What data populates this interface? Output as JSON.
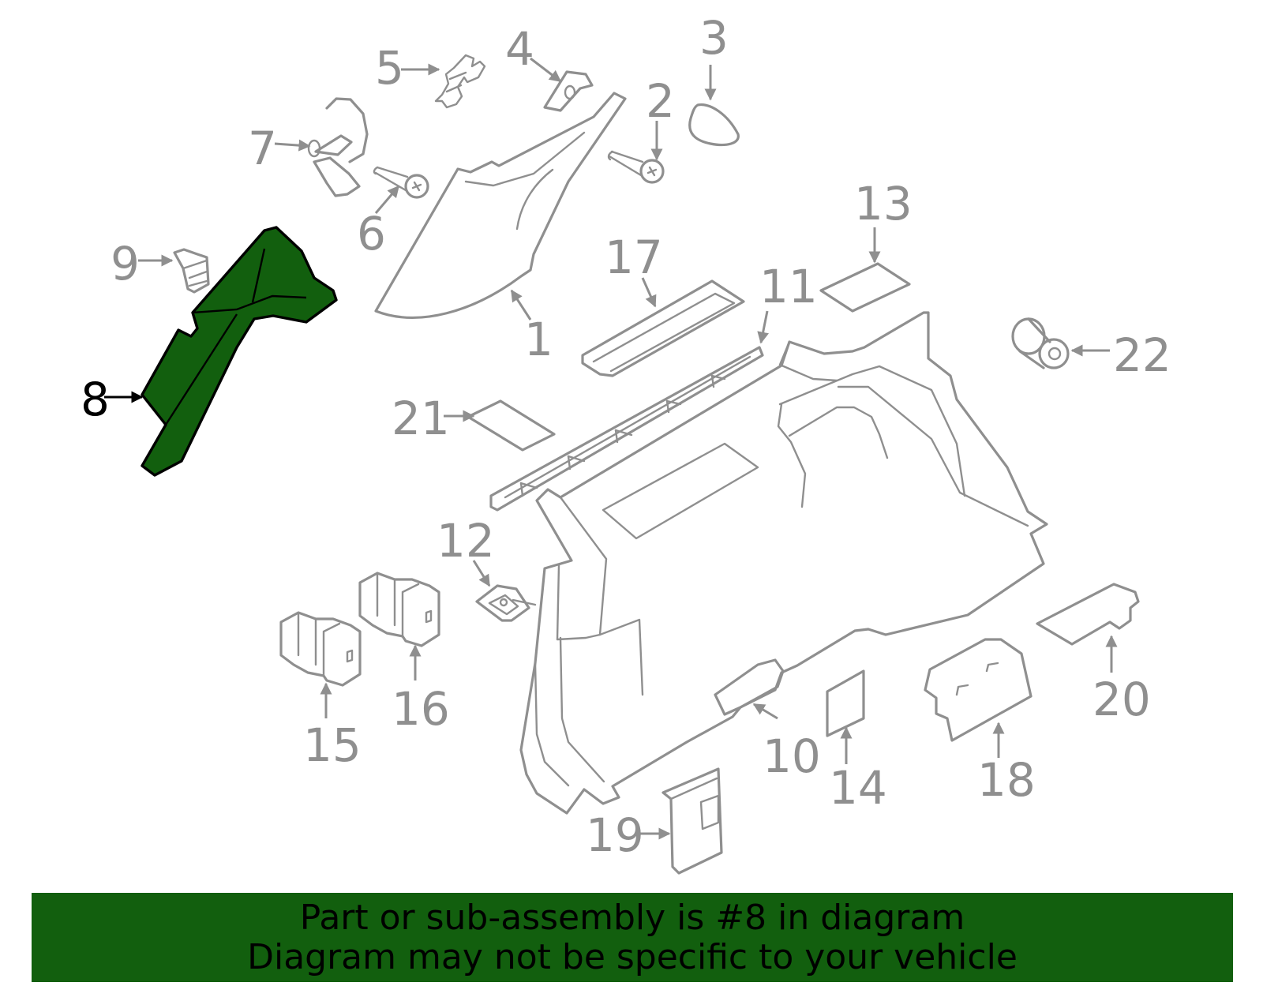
{
  "colors": {
    "highlight": "#125f0e",
    "part_stroke": "#8f8f8f",
    "banner_bg": "#125f0e"
  },
  "highlighted_part": "8",
  "labels": {
    "l1": "1",
    "l2": "2",
    "l3": "3",
    "l4": "4",
    "l5": "5",
    "l6": "6",
    "l7": "7",
    "l8": "8",
    "l9": "9",
    "l10": "10",
    "l11": "11",
    "l12": "12",
    "l13": "13",
    "l14": "14",
    "l15": "15",
    "l16": "16",
    "l17": "17",
    "l18": "18",
    "l19": "19",
    "l20": "20",
    "l21": "21",
    "l22": "22"
  },
  "banner": {
    "line1": "Part or sub-assembly is #8 in diagram",
    "line2": "Diagram may not be specific to your vehicle"
  }
}
